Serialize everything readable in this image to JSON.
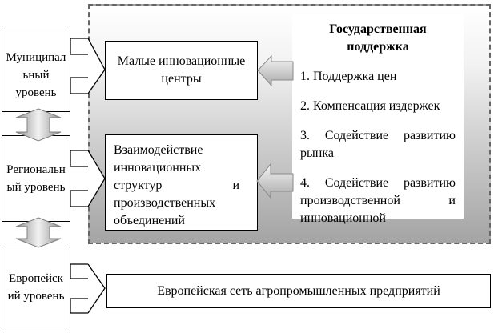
{
  "diagram": {
    "left_levels": [
      {
        "label": "Муниципал\nьный\nуровень"
      },
      {
        "label": "Региональн\nый уровень"
      },
      {
        "label": "Европейск\nий уровень"
      }
    ],
    "zone": {
      "small_centers_label": "Малые инновационные\nцентры",
      "interaction_label": "Взаимодействие инновационных структур и производственных объединений",
      "state_support": {
        "title": "Государственная\nподдержка",
        "items": [
          "1. Поддержка цен",
          "2. Компенсация издержек",
          "3. Содействие развитию рынка",
          "4. Содействие развитию производственной и инновационной"
        ]
      }
    },
    "bottom_label": "Европейская сеть агропромышленных предприятий",
    "arrows": {
      "municipal_to_centers": "big-open-right-arrow",
      "regional_to_interaction": "big-open-right-arrow",
      "european_to_network": "big-open-right-arrow",
      "support_to_centers": "gray-left-arrow",
      "support_to_interaction": "gray-left-arrow",
      "municipal_regional_link": "updown-arrow",
      "regional_european_link": "updown-arrow"
    },
    "colors": {
      "zone_gradient_top": "#ffffff",
      "zone_gradient_bottom": "#a4a4a4",
      "dashed_border": "#666666",
      "box_border": "#000000",
      "arrow_gray": "#8a8a8a"
    }
  }
}
